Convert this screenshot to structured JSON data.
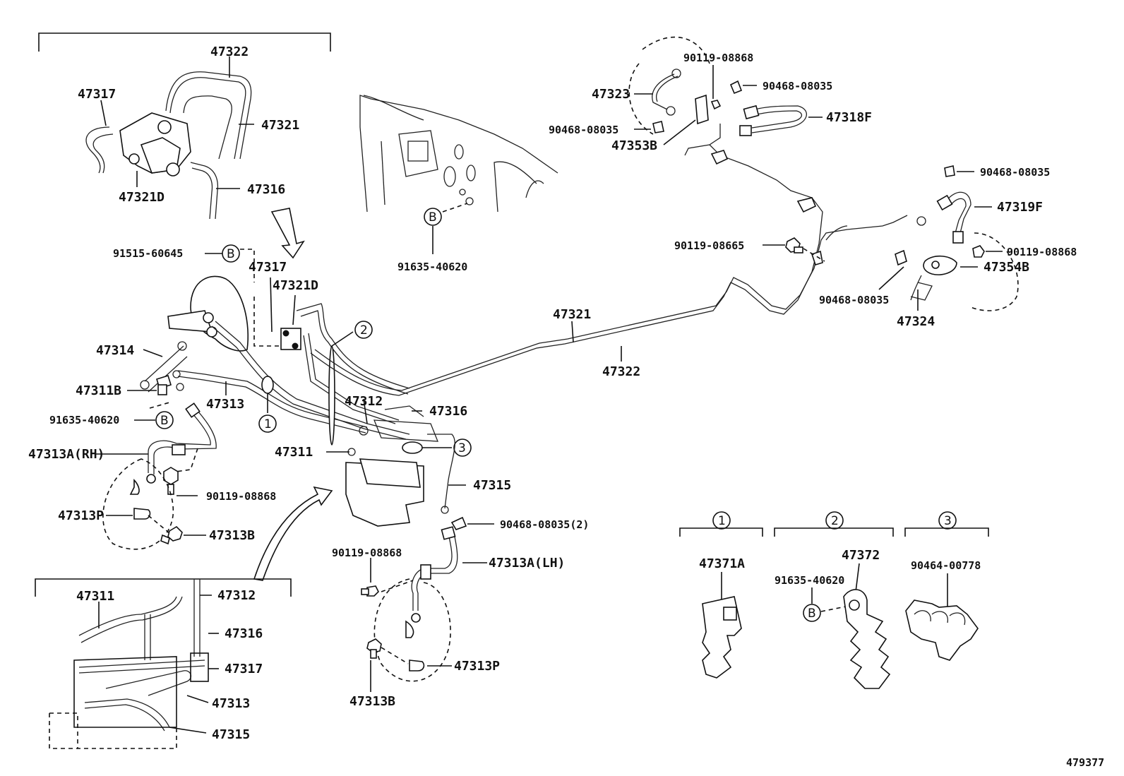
{
  "diagram_number": "479377",
  "callouts": {
    "c1": "1",
    "c2": "2",
    "c3": "3",
    "b": "B"
  },
  "labels": {
    "p47322_top": "47322",
    "p47317_top": "47317",
    "p47321_top": "47321",
    "p47316_top": "47316",
    "p47321D_top": "47321D",
    "p91515": "91515-60645",
    "p47317_mid": "47317",
    "p47321D_mid": "47321D",
    "p91635_body": "91635-40620",
    "p47314": "47314",
    "p47311B": "47311B",
    "p47313": "47313",
    "p91635_left": "91635-40620",
    "p47313A_RH": "47313A(RH)",
    "p90119_left": "90119-08868",
    "p47313P_left": "47313P",
    "p47313B_left": "47313B",
    "p47312_mid": "47312",
    "p47316_mid": "47316",
    "p47311_mid": "47311",
    "p47315_mid": "47315",
    "p90468_2": "90468-08035(2)",
    "p47321_main": "47321",
    "p47322_main": "47322",
    "p90119_lh": "90119-08868",
    "p47313A_LH": "47313A(LH)",
    "p47313P_lh": "47313P",
    "p47313B_lh": "47313B",
    "p47311_inset": "47311",
    "p47312_inset": "47312",
    "p47316_inset": "47316",
    "p47317_inset": "47317",
    "p47313_inset": "47313",
    "p47315_inset": "47315",
    "p90119_rt1": "90119-08868",
    "p90468_rt1": "90468-08035",
    "p47323": "47323",
    "p47318F": "47318F",
    "p90468_rt2": "90468-08035",
    "p47353B": "47353B",
    "p90468_rt3": "90468-08035",
    "p47319F": "47319F",
    "p90119_rt2": "90119-08665",
    "p90119_rt3": "90119-08868",
    "p47354B": "47354B",
    "p90468_rt4": "90468-08035",
    "p47324": "47324",
    "p47371A": "47371A",
    "p47372": "47372",
    "p91635_clamp": "91635-40620",
    "p90464": "90464-00778"
  }
}
